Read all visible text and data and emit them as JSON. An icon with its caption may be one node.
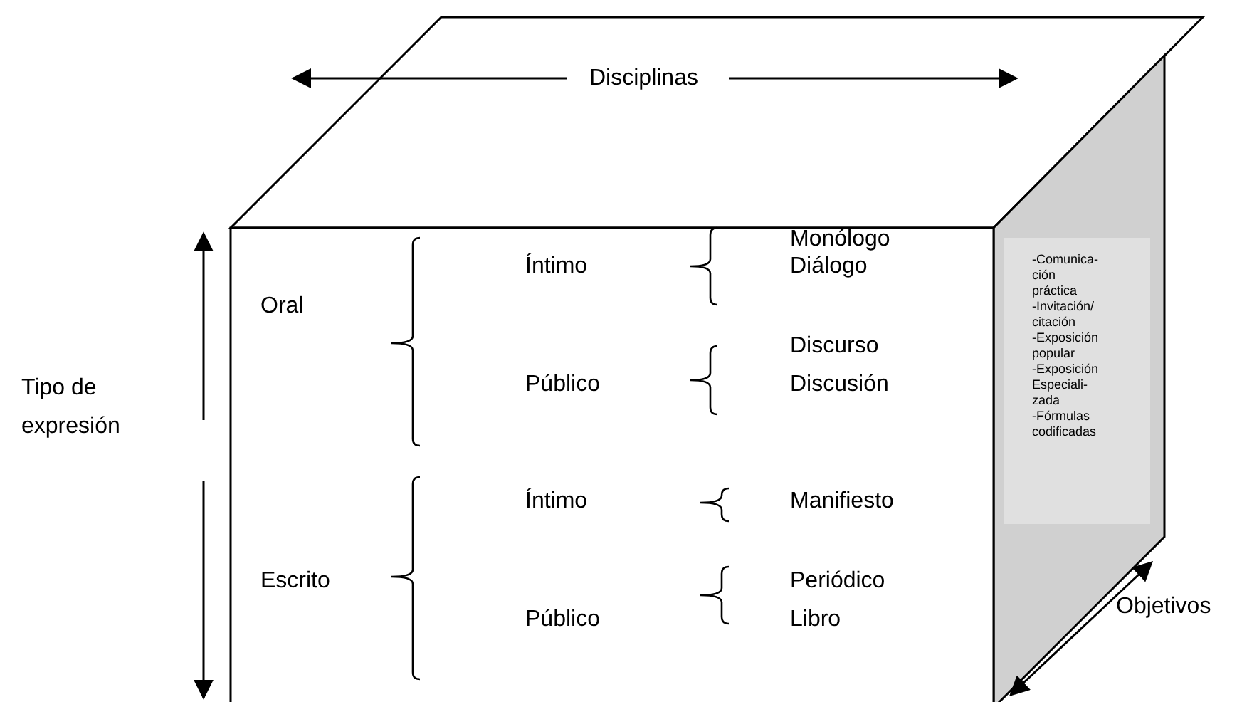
{
  "diagram": {
    "nodes": [
      {
        "text": [
          "-Comunica- ción práctica",
          "-Invitación/ citación",
          "-Exposición popular",
          "-Exposición Especiali- zada",
          "-Fórmulas codificadas"
        ]
      }
    ],
    "labels": [
      "Disciplinas",
      "Monólogo",
      "Oral",
      "Íntimo",
      "Diálogo",
      "Tipo de expresión",
      "Discurso",
      "Público",
      "Discusión",
      "Íntimo",
      "Manifiesto",
      "Escrito",
      "Periódico",
      "Público",
      "Libro",
      "Objetivos"
    ]
  }
}
